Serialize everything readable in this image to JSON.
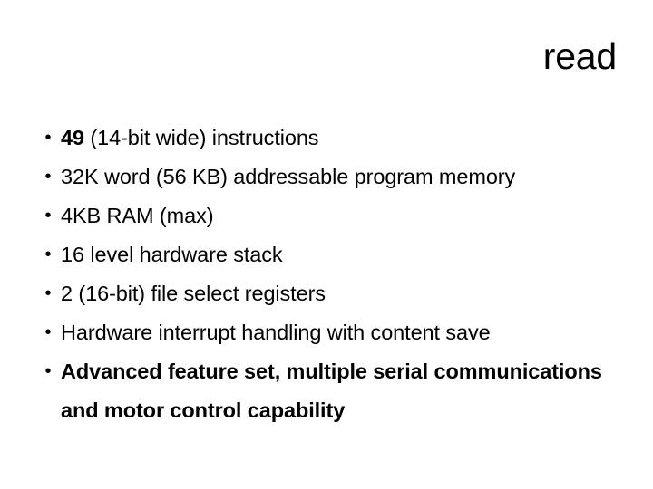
{
  "slide": {
    "background_color": "#ffffff",
    "text_color": "#000000",
    "title": "read",
    "title_align": "right"
  },
  "body": {
    "bullet_glyph": "•",
    "items": [
      {
        "lead": "49",
        "lead_bold": true,
        "rest": " (14-bit wide) instructions",
        "full_text": "49 (14-bit wide) instructions",
        "bold": false
      },
      {
        "lead": "",
        "lead_bold": false,
        "rest": "32K word (56 KB) addressable program memory",
        "full_text": "32K word (56 KB) addressable program memory",
        "bold": false
      },
      {
        "lead": "",
        "lead_bold": false,
        "rest": "4KB RAM (max)",
        "full_text": "4KB RAM (max)",
        "bold": false
      },
      {
        "lead": "",
        "lead_bold": false,
        "rest": "16 level hardware stack",
        "full_text": "16 level hardware stack",
        "bold": false
      },
      {
        "lead": "",
        "lead_bold": false,
        "rest": "2 (16-bit) file select registers",
        "full_text": "2 (16-bit) file select registers",
        "bold": false
      },
      {
        "lead": "",
        "lead_bold": false,
        "rest": "Hardware interrupt handling with content save",
        "full_text": "Hardware interrupt handling with content save",
        "bold": false
      },
      {
        "lead": "",
        "lead_bold": false,
        "rest": "Advanced feature set, multiple serial communications and motor control capability",
        "full_text": "Advanced feature set, multiple serial communications and motor control capability",
        "bold": true
      }
    ]
  }
}
